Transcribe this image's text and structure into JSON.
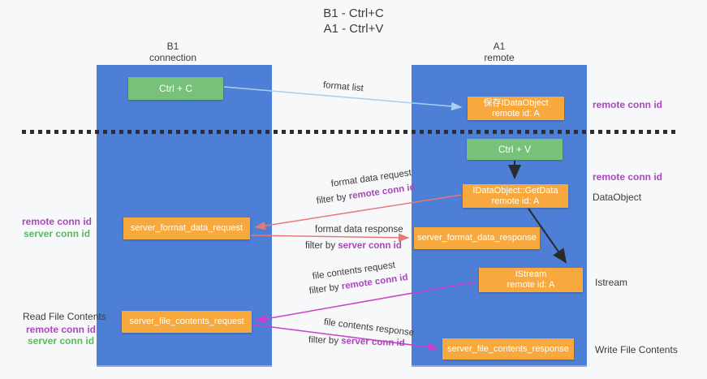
{
  "title": {
    "line1": "B1 - Ctrl+C",
    "line2": "A1 - Ctrl+V"
  },
  "lanes": {
    "left": {
      "name_line": "B1",
      "sub_line": "connection"
    },
    "right": {
      "name_line": "A1",
      "sub_line": "remote"
    }
  },
  "boxes": {
    "ctrl_c": {
      "label": "Ctrl + C"
    },
    "ctrl_v": {
      "label": "Ctrl + V"
    },
    "save_idataobject": {
      "line1": "保存IDataObject",
      "line2": "remote id: A"
    },
    "idataobject_getdata": {
      "line1": "IDataObject::GetData",
      "line2": "remote id: A"
    },
    "istream": {
      "line1": "IStream",
      "line2": "remote id: A"
    },
    "server_format_data_request": {
      "label": "server_format_data_request"
    },
    "server_format_data_response": {
      "label": "server_format_data_response"
    },
    "server_file_contents_request": {
      "label": "server_file_contents_request"
    },
    "server_file_contents_response": {
      "label": "server_file_contents_response"
    }
  },
  "flow_labels": {
    "format_list": "format list",
    "format_data_request": {
      "line1": "format data request",
      "filter_prefix": "filter by ",
      "filter_key": "remote conn id"
    },
    "format_data_response": {
      "line1": "format data response",
      "filter_prefix": "filter by ",
      "filter_key": "server conn id"
    },
    "file_contents_request": {
      "line1": "file contents request",
      "filter_prefix": "filter by ",
      "filter_key": "remote conn id"
    },
    "file_contents_response": {
      "line1": "file contents response",
      "filter_prefix": "filter by ",
      "filter_key": "server conn id"
    }
  },
  "annotations": {
    "right_remote_conn_id_top": "remote conn id",
    "right_remote_conn_id_mid": "remote conn id",
    "right_dataobject": "DataObject",
    "right_istream": "Istream",
    "right_write_file_contents": "Write File Contents",
    "left_remote_conn_id_mid": "remote conn id",
    "left_server_conn_id_mid": "server conn id",
    "left_read_file_contents": "Read File Contents",
    "left_remote_conn_id_bottom": "remote conn id",
    "left_server_conn_id_bottom": "server conn id"
  },
  "colors": {
    "lane_blue": "#4d7fd6",
    "box_orange": "#f7a93e",
    "box_green": "#77c17a",
    "text_purple": "#ab47bc",
    "text_green": "#5cb860",
    "arrow_salmon": "#e87878",
    "arrow_magenta": "#cc3fcb",
    "arrow_lightblue": "#a9cfee",
    "arrow_black": "#2b2b2b"
  }
}
